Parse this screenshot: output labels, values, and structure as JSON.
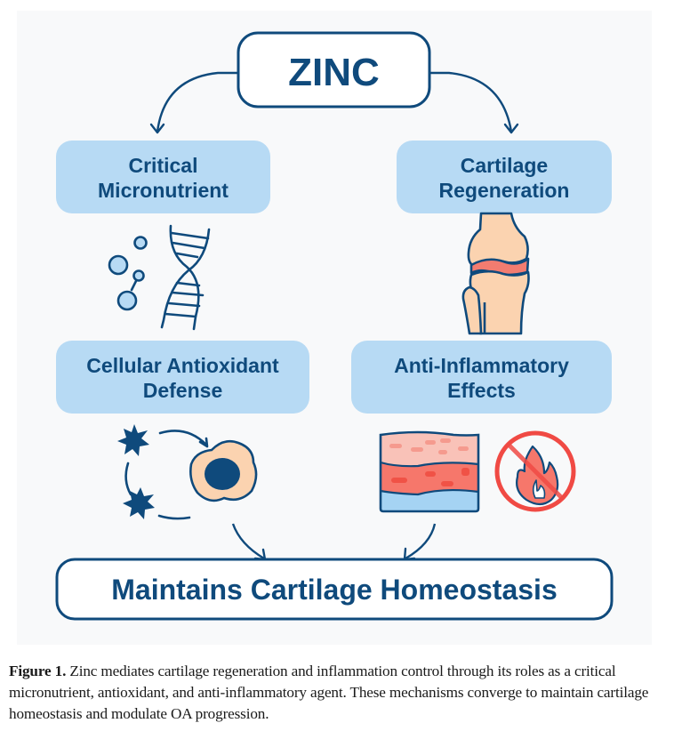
{
  "figure": {
    "root_node": {
      "label": "ZINC"
    },
    "mechanisms": [
      {
        "id": "critical-micronutrient",
        "line1": "Critical",
        "line2": "Micronutrient",
        "icon": "dna-molecule-icon"
      },
      {
        "id": "cartilage-regeneration",
        "line1": "Cartilage",
        "line2": "Regeneration",
        "icon": "knee-joint-icon"
      },
      {
        "id": "cellular-antioxidant-defense",
        "line1": "Cellular Antioxidant",
        "line2": "Defense",
        "icon": "cell-free-radical-icon"
      },
      {
        "id": "anti-inflammatory-effects",
        "line1": "Anti-Inflammatory",
        "line2": "Effects",
        "icon": "tissue-no-fire-icon"
      }
    ],
    "outcome_node": {
      "label": "Maintains Cartilage Homeostasis"
    },
    "colors": {
      "primary_navy": "#0f4a7c",
      "box_fill": "#b7daf4",
      "panel_bg": "#f8f9fa",
      "bone": "#fbd3b0",
      "cartilage": "#f27c70",
      "inflamed_tissue": "#f6776b",
      "tissue_top": "#f9c2b8",
      "tissue_base": "#a5d3f3",
      "prohibit_red": "#f04a44"
    }
  },
  "caption": {
    "label": "Figure 1.",
    "text": " Zinc mediates cartilage regeneration and inflammation control through its roles as a critical micronutrient, antioxidant, and anti-inflammatory agent. These mechanisms converge to maintain cartilage homeostasis and modulate OA progression."
  }
}
